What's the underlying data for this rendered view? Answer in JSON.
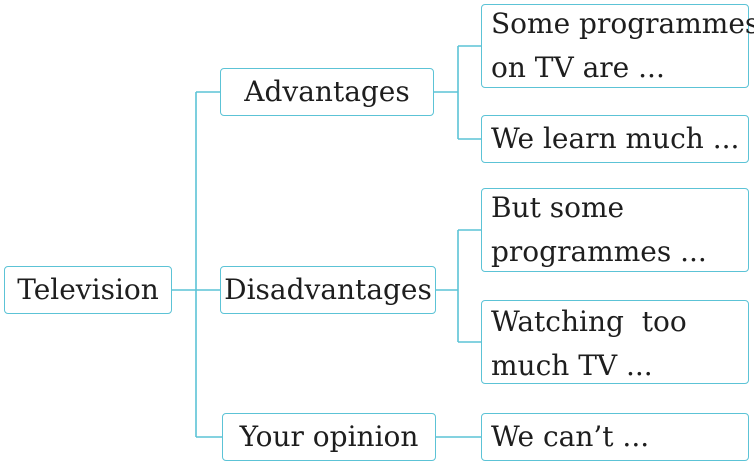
{
  "diagram": {
    "root": {
      "label": "Television"
    },
    "branches": [
      {
        "label": "Advantages",
        "leaves": [
          {
            "lines": [
              "Some programmes",
              "on TV are ..."
            ]
          },
          {
            "lines": [
              "We learn much ..."
            ]
          }
        ]
      },
      {
        "label": "Disadvantages",
        "leaves": [
          {
            "lines": [
              "But some",
              "programmes ..."
            ]
          },
          {
            "lines": [
              "Watching  too",
              "much TV ..."
            ]
          }
        ]
      },
      {
        "label": "Your opinion",
        "leaves": [
          {
            "lines": [
              "We can’t ..."
            ]
          }
        ]
      }
    ],
    "colors": {
      "line": "#5cc3d6",
      "text": "#1e1e1e",
      "background": "#ffffff"
    }
  }
}
